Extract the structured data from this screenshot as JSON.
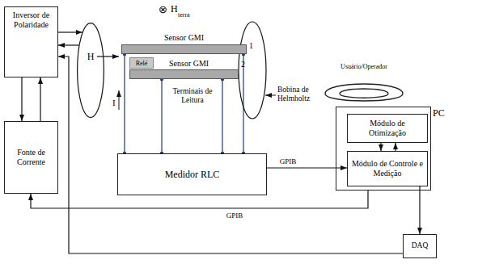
{
  "diagram": {
    "nodes": [
      {
        "text": [
          "Inversor de Polaridade"
        ]
      },
      {
        "text": [
          "H"
        ]
      },
      {
        "text": [
          "Sensor GMI",
          "1"
        ]
      },
      {
        "text": [
          "Relé"
        ]
      },
      {
        "text": [
          "Sensor GMI",
          "2"
        ]
      },
      {
        "text": [
          "Fonte de Corrente"
        ]
      },
      {
        "text": [
          "Medidor RLC"
        ]
      },
      {
        "text": [
          "Usuário/Operador"
        ]
      },
      {
        "text": [
          "PC"
        ]
      },
      {
        "text": [
          "Módulo de Otimização"
        ],
        "in": 8
      },
      {
        "text": [
          "Módulo de Controle e Medição"
        ],
        "in": 8
      },
      {
        "text": [
          "DAQ"
        ]
      }
    ],
    "edges": [
      {
        "from": 0,
        "to": 1,
        "arrow": "to"
      },
      {
        "from": 1,
        "to": 0,
        "arrow": "to"
      },
      {
        "from": 0,
        "to": 5,
        "arrow": "to"
      },
      {
        "from": 5,
        "to": 0,
        "arrow": "to"
      },
      {
        "from": 6,
        "to": 2,
        "arrow": "none"
      },
      {
        "from": 6,
        "to": 4,
        "arrow": "none"
      },
      {
        "from": 6,
        "to": 10,
        "label": "GPIB",
        "arrow": "to"
      },
      {
        "from": 9,
        "to": 10,
        "arrow": "to"
      },
      {
        "from": 10,
        "to": 9,
        "arrow": "to"
      },
      {
        "from": 10,
        "to": 11,
        "arrow": "to"
      },
      {
        "from": 8,
        "to": 5,
        "label": "GPIB",
        "arrow": "to"
      },
      {
        "from": 11,
        "to": 0,
        "arrow": "to"
      }
    ],
    "labels": [
      "⊗",
      "H",
      "terra",
      "I",
      "Terminais de Leitura",
      "Bobina de Helmholtz"
    ]
  }
}
